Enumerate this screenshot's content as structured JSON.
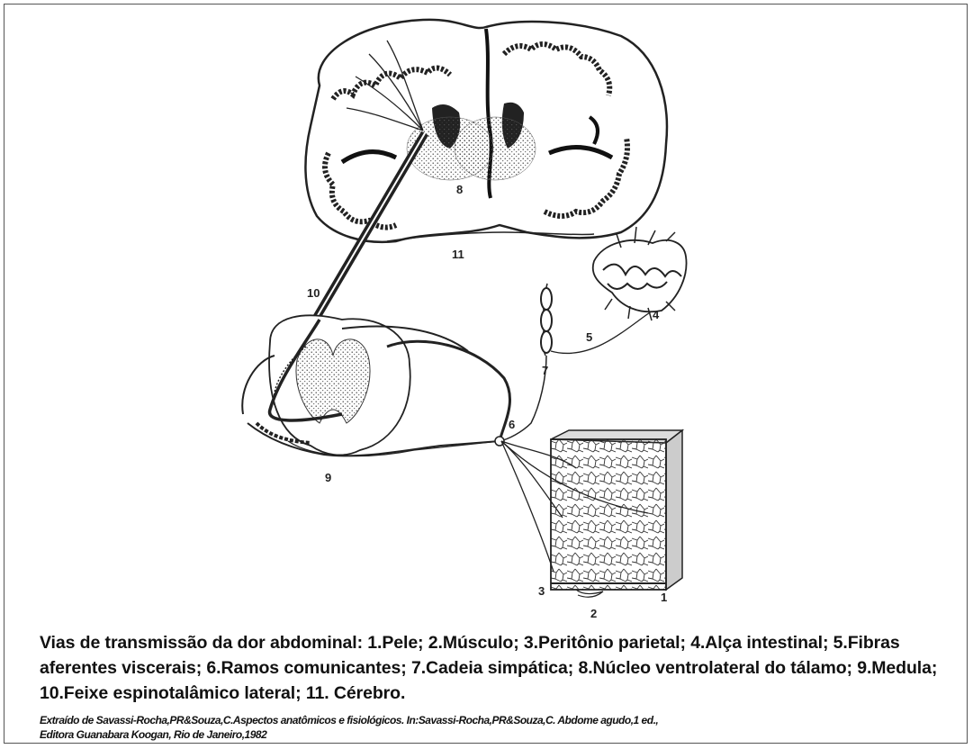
{
  "figure": {
    "labels": {
      "l1": "1",
      "l2": "2",
      "l3": "3",
      "l4": "4",
      "l5": "5",
      "l6": "6",
      "l7": "7",
      "l8": "8",
      "l9": "9",
      "l10": "10",
      "l11": "11"
    }
  },
  "caption": {
    "text": "Vias de transmissão da dor abdominal: 1.Pele; 2.Músculo; 3.Peritônio parietal; 4.Alça intestinal; 5.Fibras aferentes viscerais; 6.Ramos comunicantes; 7.Cadeia simpática; 8.Núcleo ventrolateral do tálamo; 9.Medula; 10.Feixe espinotalâmico lateral; 11. Cérebro."
  },
  "citation": {
    "line1": "Extraído de Savassi-Rocha,PR&Souza,C.Aspectos anatômicos e fisiológicos. In:Savassi-Rocha,PR&Souza,C. Abdome agudo,1 ed.,",
    "line2": "Editora Guanabara Koogan, Rio de Janeiro,1982"
  }
}
